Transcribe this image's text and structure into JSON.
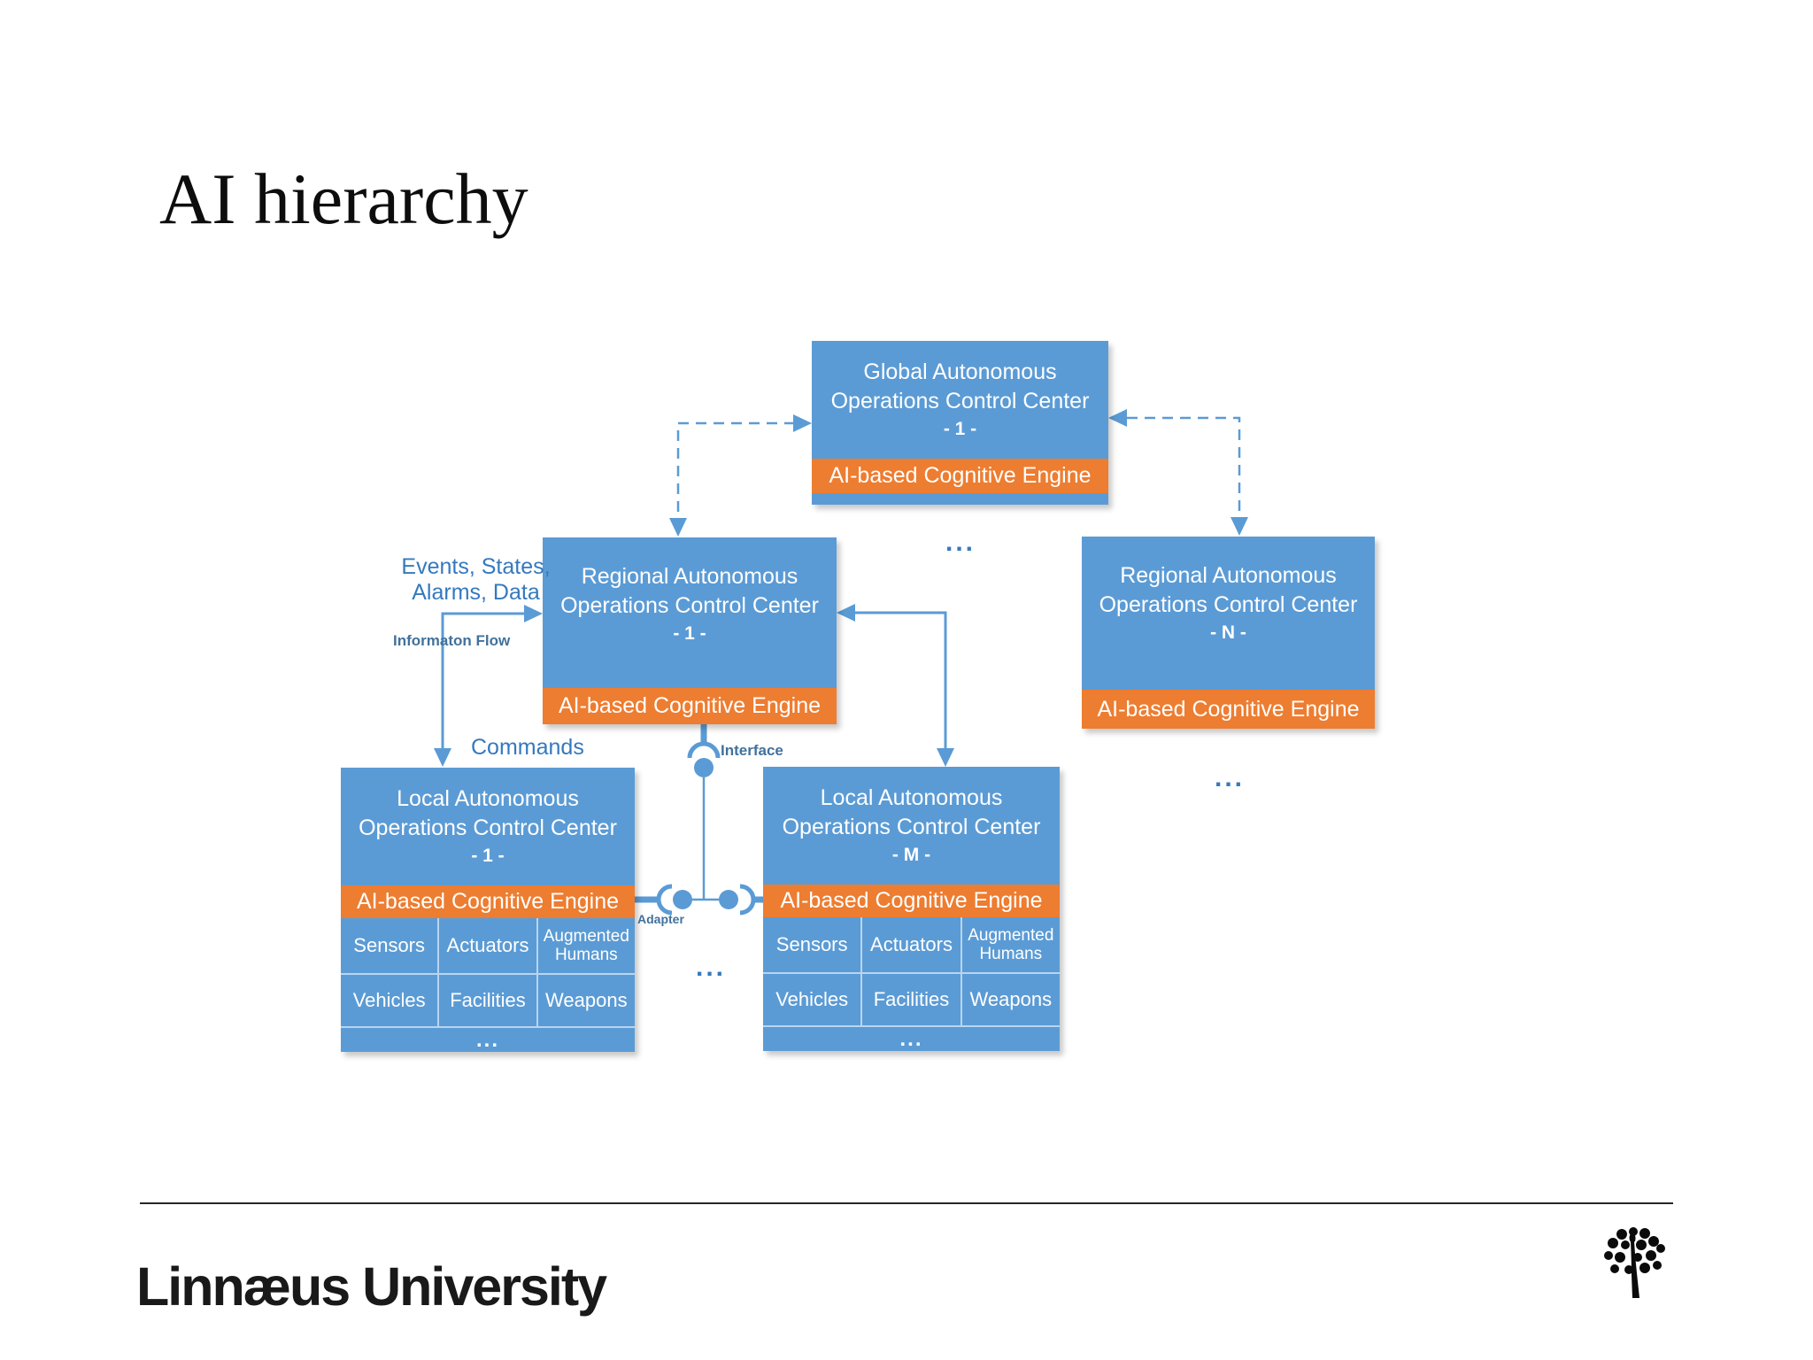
{
  "slide": {
    "title": "AI hierarchy",
    "footer": {
      "logo_text": "Linnæus University",
      "tree_icon": "linnaeus-tree-icon"
    }
  },
  "diagram": {
    "engine_label": "AI-based Cognitive Engine",
    "nodes": {
      "global": {
        "line1": "Global Autonomous",
        "line2": "Operations Control Center",
        "index": "- 1 -"
      },
      "regional_1": {
        "line1": "Regional Autonomous",
        "line2": "Operations Control Center",
        "index": "- 1 -"
      },
      "regional_n": {
        "line1": "Regional Autonomous",
        "line2": "Operations Control Center",
        "index": "- N -"
      },
      "local_1": {
        "line1": "Local Autonomous",
        "line2": "Operations Control Center",
        "index": "- 1 -"
      },
      "local_m": {
        "line1": "Local Autonomous",
        "line2": "Operations Control Center",
        "index": "- M -"
      }
    },
    "grid": {
      "row1": [
        "Sensors",
        "Actuators",
        "Augmented Humans"
      ],
      "row2": [
        "Vehicles",
        "Facilities",
        "Weapons"
      ],
      "more": "..."
    },
    "labels": {
      "events_line1": "Events, States,",
      "events_line2": "Alarms, Data",
      "information_flow": "Informaton Flow",
      "commands": "Commands",
      "interface": "Interface",
      "adapter": "Adapter",
      "ellipsis": "..."
    },
    "colors": {
      "box_blue": "#5B9BD5",
      "engine_orange": "#ED7D31",
      "label_blue": "#3579BE",
      "small_label_blue": "#41719C",
      "connector_blue": "#5B9BD5"
    }
  }
}
